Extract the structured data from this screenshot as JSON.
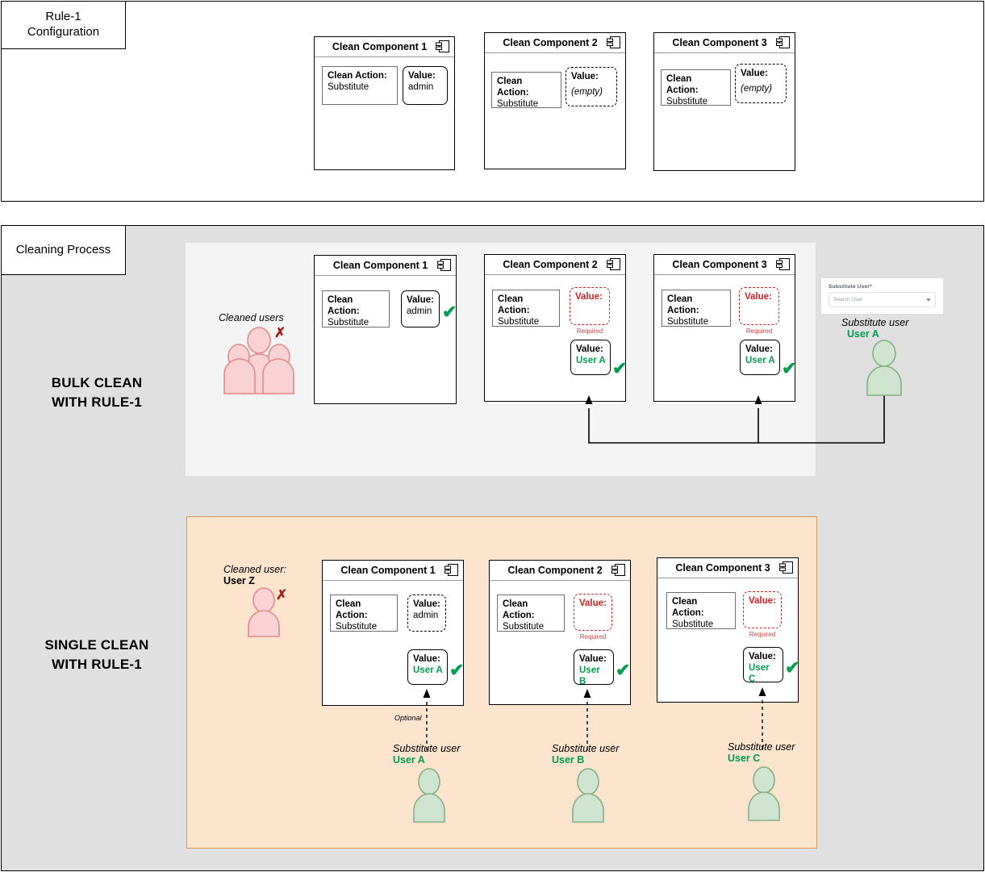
{
  "diagram": {
    "sections": [
      {
        "tab": "Rule-1\nConfiguration",
        "caption": ""
      },
      {
        "tab": "Cleaning Process",
        "caption": "BULK CLEAN\nWITH RULE-1"
      },
      {
        "tab": "",
        "caption": "SINGLE CLEAN\nWITH RULE-1"
      }
    ],
    "captions": {
      "rule1_line1": "Rule-1",
      "rule1_line2": "Configuration",
      "cleaning_process": "Cleaning Process",
      "bulk_line1": "BULK CLEAN",
      "bulk_line2": "WITH RULE-1",
      "single_line1": "SINGLE CLEAN",
      "single_line2": "WITH RULE-1"
    },
    "labels": {
      "clean_action": "Clean Action:",
      "substitute": "Substitute",
      "value": "Value:",
      "required": "Required",
      "optional": "Optional",
      "empty": "(empty)",
      "admin": "admin",
      "cleaned_users": "Cleaned users",
      "cleaned_user": "Cleaned user:",
      "substitute_user": "Substitute user",
      "x_mark": "✗",
      "check_mark": "✔"
    },
    "config_row": {
      "components": [
        {
          "title": "Clean Component 1",
          "action": "Substitute",
          "value_label": "Value:",
          "value": "admin",
          "value_style": "solid",
          "value_italic": false
        },
        {
          "title": "Clean Component 2",
          "action": "Substitute",
          "value_label": "Value:",
          "value": "(empty)",
          "value_style": "dashed",
          "value_italic": true
        },
        {
          "title": "Clean Component 3",
          "action": "Substitute",
          "value_label": "Value:",
          "value": "(empty)",
          "value_style": "dashed",
          "value_italic": true
        }
      ]
    },
    "bulk_row": {
      "cleaned_users_label": "Cleaned users",
      "substitute_user_label": "Substitute user",
      "substitute_user_name": "User A",
      "components": [
        {
          "title": "Clean Component 1",
          "action": "Substitute",
          "value_label": "Value:",
          "value": "admin",
          "value_style": "solid",
          "checked": true,
          "required": false,
          "resolved": null
        },
        {
          "title": "Clean Component 2",
          "action": "Substitute",
          "value_label": "Value:",
          "value": "",
          "value_style": "required",
          "checked": false,
          "required": true,
          "required_note": "Required",
          "resolved_label": "Value:",
          "resolved": "User A"
        },
        {
          "title": "Clean Component 3",
          "action": "Substitute",
          "value_label": "Value:",
          "value": "",
          "value_style": "required",
          "checked": false,
          "required": true,
          "required_note": "Required",
          "resolved_label": "Value:",
          "resolved": "User A"
        }
      ],
      "dropdown": {
        "label": "Substitute User",
        "required_mark": "*",
        "placeholder": "Search User"
      }
    },
    "single_row": {
      "cleaned_user_label": "Cleaned user:",
      "cleaned_user_name": "User Z",
      "optional_note": "Optional",
      "components": [
        {
          "title": "Clean Component 1",
          "action": "Substitute",
          "value_label": "Value:",
          "value": "admin",
          "value_style": "dashed",
          "required": false,
          "resolved_label": "Value:",
          "resolved": "User A",
          "sub_label": "Substitute user",
          "sub_name": "User A"
        },
        {
          "title": "Clean Component 2",
          "action": "Substitute",
          "value_label": "Value:",
          "value": "",
          "value_style": "required",
          "required": true,
          "required_note": "Required",
          "resolved_label": "Value:",
          "resolved": "User B",
          "sub_label": "Substitute user",
          "sub_name": "User B"
        },
        {
          "title": "Clean Component 3",
          "action": "Substitute",
          "value_label": "Value:",
          "value": "",
          "value_style": "required",
          "required": true,
          "required_note": "Required",
          "resolved_label": "Value:",
          "resolved": "User C",
          "sub_label": "Substitute user",
          "sub_name": "User C"
        }
      ]
    },
    "colors": {
      "green": "#009e50",
      "red": "#cc2222",
      "dark_red": "#a81b1b",
      "pink_fill": "#f9d3d3",
      "pink_stroke": "#e58a8a",
      "green_fill": "#cfe5d0",
      "green_stroke": "#84b184",
      "orange_panel": "#fce4cd",
      "orange_border": "#d79b5e",
      "gray_frame": "#e0e0e0",
      "light_stage": "#f4f4f4"
    }
  }
}
